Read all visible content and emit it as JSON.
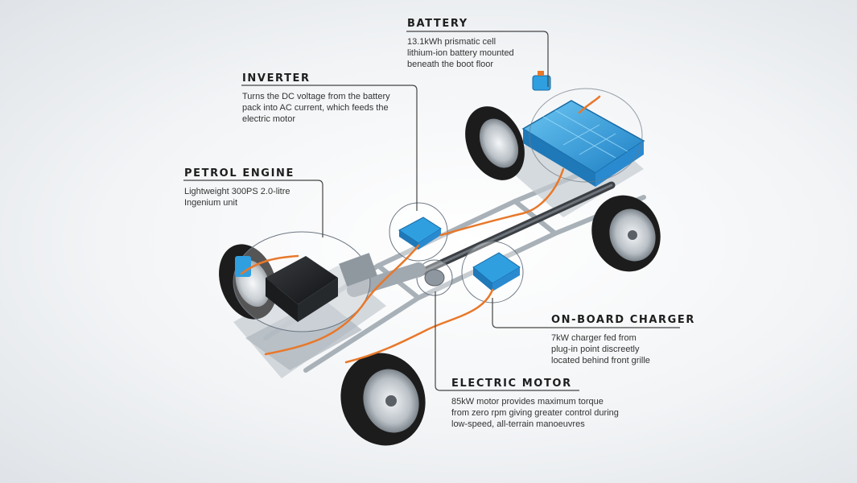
{
  "components": {
    "battery": {
      "title": "BATTERY",
      "lines": [
        "13.1kWh prismatic cell",
        "lithium-ion battery mounted",
        "beneath the boot floor"
      ]
    },
    "inverter": {
      "title": "INVERTER",
      "lines": [
        "Turns the DC voltage from the battery",
        "pack into AC current, which feeds the",
        "electric motor"
      ]
    },
    "petrol_engine": {
      "title": "PETROL ENGINE",
      "lines": [
        "Lightweight 300PS 2.0-litre",
        "Ingenium unit"
      ]
    },
    "charger": {
      "title": "ON-BOARD CHARGER",
      "lines": [
        "7kW charger fed from",
        "plug-in point discreetly",
        "located behind front grille"
      ]
    },
    "motor": {
      "title": "ELECTRIC MOTOR",
      "lines": [
        "85kW motor provides maximum torque",
        "from zero rpm giving greater control during",
        "low-speed, all-terrain manoeuvres"
      ]
    }
  },
  "colors": {
    "accent_blue": "#2f9fe0",
    "cable_orange": "#e8782a",
    "tyre": "#1c1c1c",
    "chassis": "#9aa3ab",
    "leader_line": "#444444"
  }
}
